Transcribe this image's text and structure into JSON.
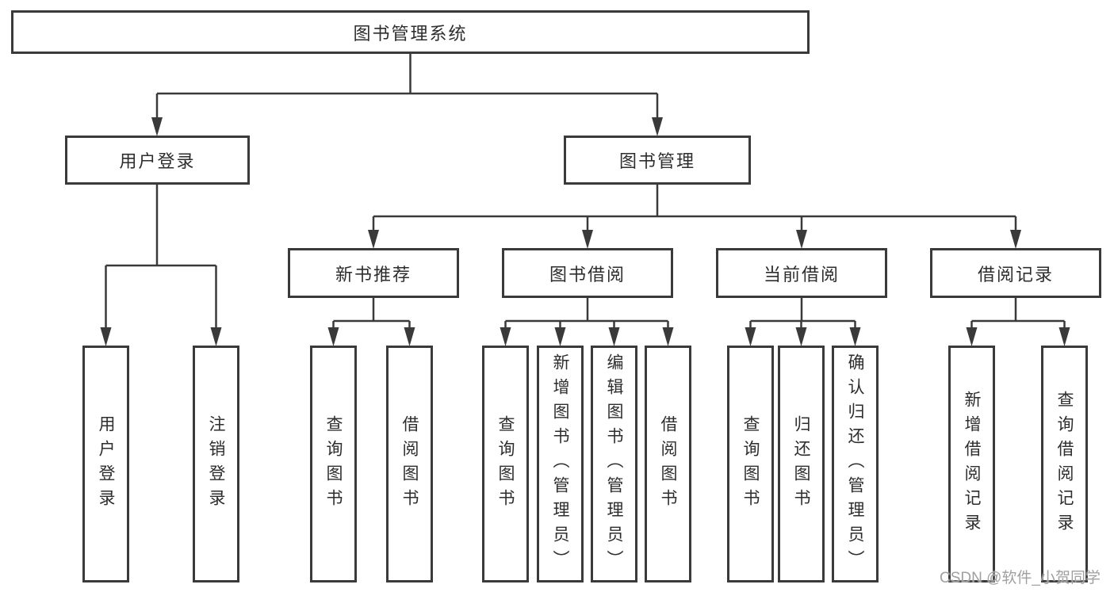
{
  "diagram": {
    "root": {
      "label": "图书管理系统"
    },
    "level2": [
      {
        "label": "用户登录"
      },
      {
        "label": "图书管理"
      }
    ],
    "level3": [
      {
        "label": "新书推荐"
      },
      {
        "label": "图书借阅"
      },
      {
        "label": "当前借阅"
      },
      {
        "label": "借阅记录"
      }
    ],
    "groups": [
      {
        "parent": "用户登录",
        "children": [
          "用户登录",
          "注销登录"
        ]
      },
      {
        "parent": "新书推荐",
        "children": [
          "查询图书",
          "借阅图书"
        ]
      },
      {
        "parent": "图书借阅",
        "children": [
          "查询图书",
          "新增图书（管理员）",
          "编辑图书（管理员）",
          "借阅图书"
        ]
      },
      {
        "parent": "当前借阅",
        "children": [
          "查询图书",
          "归还图书",
          "确认归还（管理员）"
        ]
      },
      {
        "parent": "借阅记录",
        "children": [
          "新增借阅记录",
          "查询借阅记录"
        ]
      }
    ]
  },
  "watermark": {
    "text": "CSDN @软件_小贺同学"
  },
  "colors": {
    "line": "#3a3a3a",
    "text": "#2d2d2d",
    "box_background": "#ffffff",
    "watermark": "#a0a0a0",
    "background": "#ffffff"
  }
}
